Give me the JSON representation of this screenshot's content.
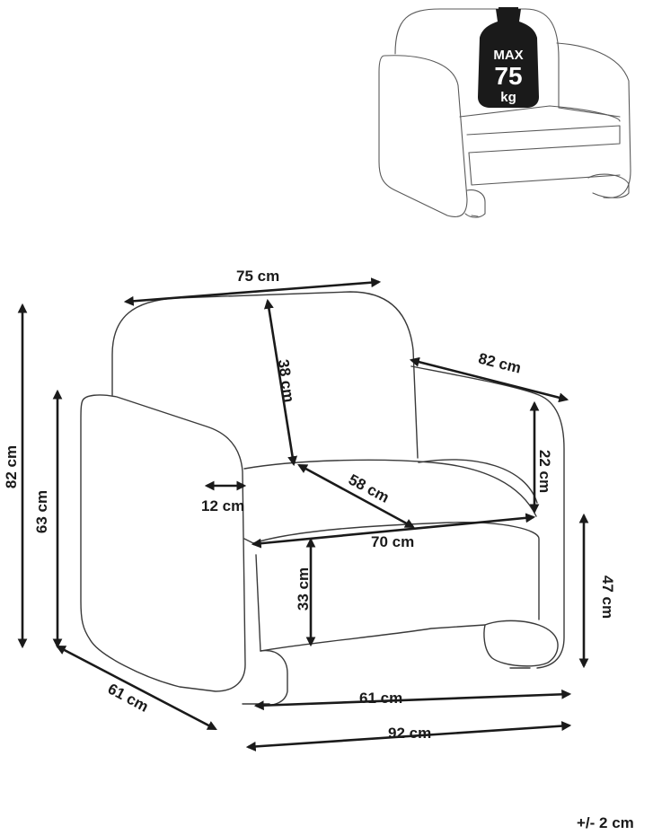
{
  "weight_badge": {
    "top": "MAX",
    "value": "75",
    "unit": "kg"
  },
  "dimensions": {
    "width": "75 cm",
    "back_height": "38 cm",
    "arm_depth": "82 cm",
    "arm_height": "22 cm",
    "seat_diag": "58 cm",
    "arm_width": "12 cm",
    "seat_width": "70 cm",
    "seat_height": "33 cm",
    "total_height": "82 cm",
    "front_height": "63 cm",
    "side_height": "47 cm",
    "depth": "61 cm",
    "base_width": "61 cm",
    "total_width": "92 cm"
  },
  "tolerance": "+/- 2 cm"
}
